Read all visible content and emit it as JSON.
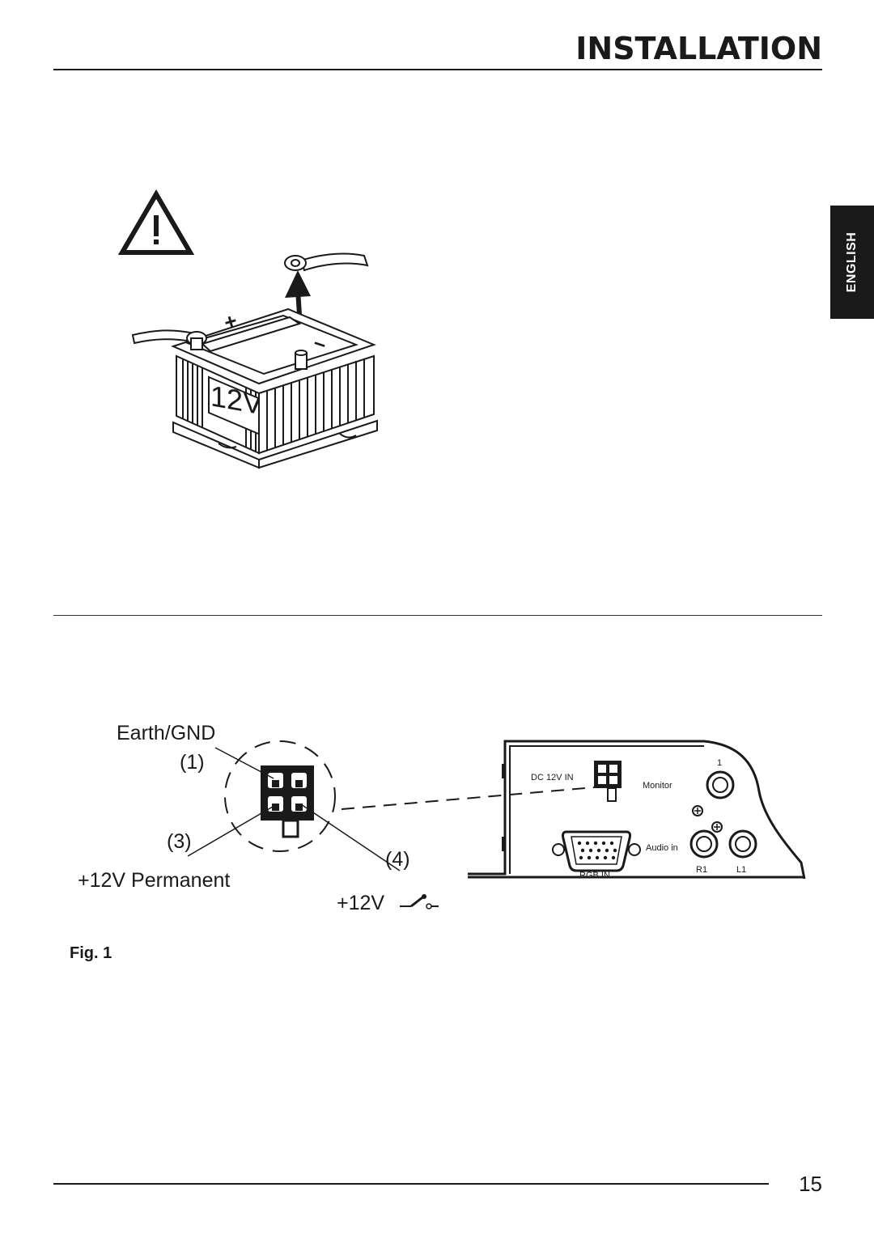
{
  "header": {
    "title": "INSTALLATION"
  },
  "language_tab": {
    "label": "ENGLISH"
  },
  "battery_illustration": {
    "voltage_label": "12V",
    "plus_symbol": "+",
    "minus_symbol": "–"
  },
  "connector_diagram": {
    "earth_label": "Earth/GND",
    "pin1_label": "(1)",
    "pin3_label": "(3)",
    "pin4_label": "(4)",
    "permanent_label": "+12V Permanent",
    "ignition_label": "+12V"
  },
  "device_panel": {
    "dc_in_label": "DC 12V IN",
    "monitor_label": "Monitor",
    "channel_number": "1",
    "audio_in_label": "Audio in",
    "rgb_in_label": "RGB IN",
    "r1_label": "R1",
    "l1_label": "L1"
  },
  "figure": {
    "caption": "Fig. 1"
  },
  "footer": {
    "page_number": "15"
  },
  "icons": [
    "warning-triangle-icon",
    "ignition-switch-icon"
  ]
}
